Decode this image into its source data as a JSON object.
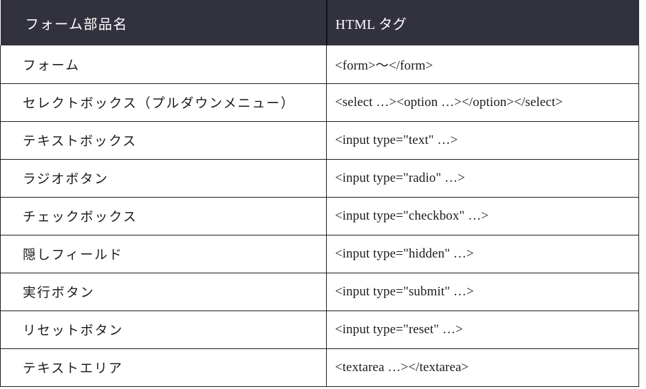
{
  "table": {
    "columns": [
      {
        "key": "name",
        "label": "フォーム部品名"
      },
      {
        "key": "tag",
        "label": "HTML タグ"
      }
    ],
    "header_bg": "#32323f",
    "header_text_color": "#ffffff",
    "border_color": "#1a1a1a",
    "rows": [
      {
        "name": "フォーム",
        "tag": "<form>〜</form>"
      },
      {
        "name": "セレクトボックス（プルダウンメニュー）",
        "tag": "<select …><option …></option></select>"
      },
      {
        "name": "テキストボックス",
        "tag": "<input type=\"text\" …>"
      },
      {
        "name": "ラジオボタン",
        "tag": "<input type=\"radio\" …>"
      },
      {
        "name": "チェックボックス",
        "tag": "<input type=\"checkbox\" …>"
      },
      {
        "name": "隠しフィールド",
        "tag": "<input type=\"hidden\" …>"
      },
      {
        "name": "実行ボタン",
        "tag": "<input type=\"submit\" …>"
      },
      {
        "name": "リセットボタン",
        "tag": "<input type=\"reset\" …>"
      },
      {
        "name": "テキストエリア",
        "tag": "<textarea …></textarea>"
      }
    ]
  }
}
